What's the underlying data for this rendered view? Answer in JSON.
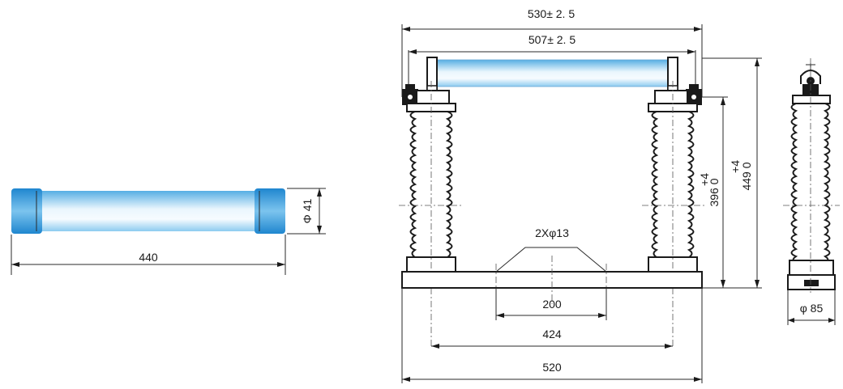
{
  "colors": {
    "line": "#1a1a1a",
    "tube_light": "#e4f2fb",
    "tube_mid": "#a9d6f2",
    "tube_dark": "#56aee3",
    "cap_light": "#7cc4ee",
    "cap_dark": "#1f86cf"
  },
  "labels": {
    "fuse_length": "440",
    "fuse_diameter": "Φ 41",
    "overall_width_top": "530± 2. 5",
    "contact_span": "507± 2. 5",
    "height_396_a": "+4",
    "height_396_b": "396 0",
    "height_449_a": "+4",
    "height_449_b": "449 0",
    "mounting_holes": "2Xφ13",
    "base_200": "200",
    "base_424": "424",
    "base_520": "520",
    "insulator_diameter": "φ 85"
  }
}
